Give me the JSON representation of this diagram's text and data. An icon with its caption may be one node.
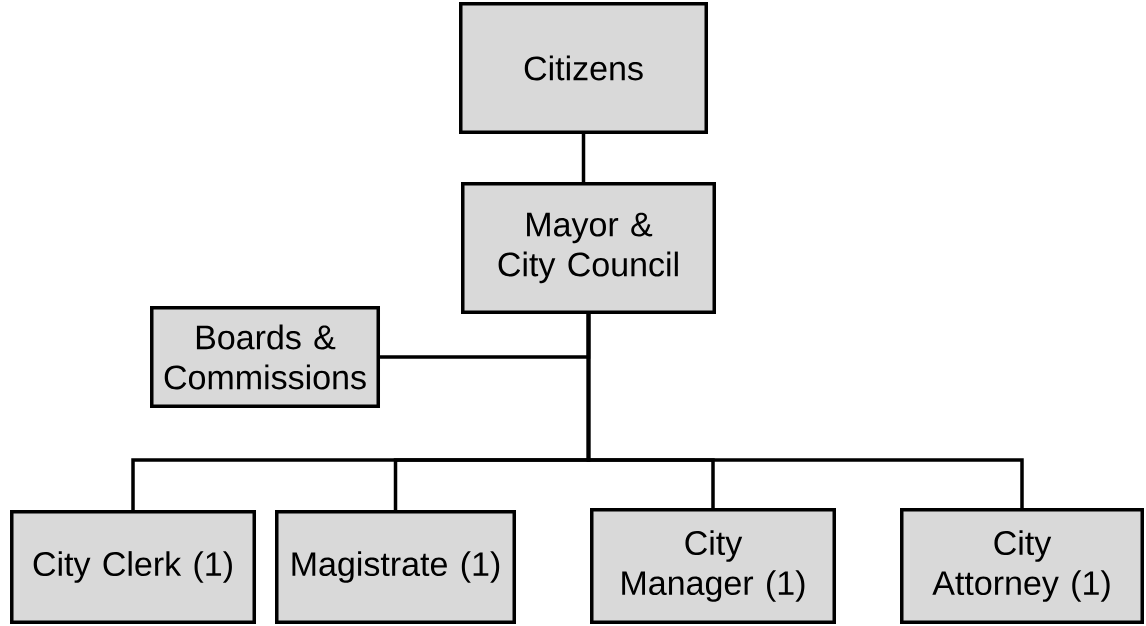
{
  "diagram": {
    "nodes": [
      {
        "text": [
          "Citizens"
        ]
      },
      {
        "text": [
          "Mayor & City Council"
        ]
      },
      {
        "text": [
          "Boards & Commissions"
        ]
      },
      {
        "text": [
          "City Clerk (1)"
        ]
      },
      {
        "text": [
          "Magistrate (1)"
        ]
      },
      {
        "text": [
          "City Manager (1)"
        ]
      },
      {
        "text": [
          "City Attorney (1)"
        ]
      }
    ],
    "edges": [
      {
        "from": 0,
        "to": 1,
        "arrow": "none"
      },
      {
        "from": 1,
        "to": 2,
        "arrow": "none"
      },
      {
        "from": 1,
        "to": 3,
        "arrow": "none"
      },
      {
        "from": 1,
        "to": 4,
        "arrow": "none"
      },
      {
        "from": 1,
        "to": 5,
        "arrow": "none"
      },
      {
        "from": 1,
        "to": 6,
        "arrow": "none"
      }
    ]
  }
}
